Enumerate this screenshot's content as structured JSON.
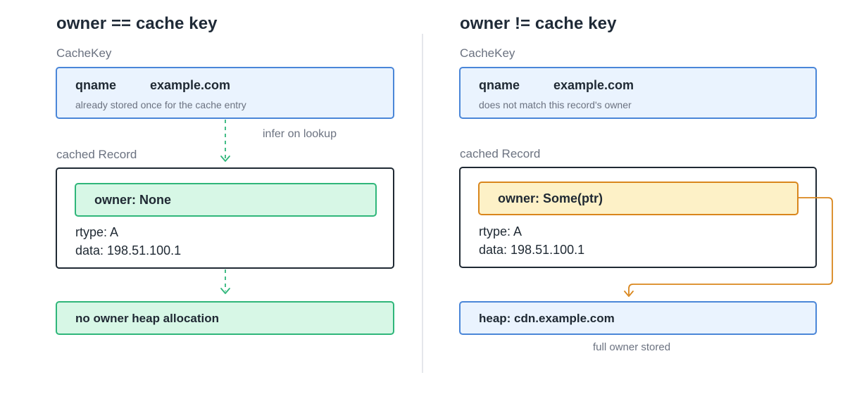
{
  "left": {
    "title": "owner == cache key",
    "cachekey_label": "CacheKey",
    "key": {
      "field": "qname",
      "value": "example.com",
      "note": "already stored once for the cache entry"
    },
    "arrow_note": "infer on lookup",
    "record_label": "cached Record",
    "owner": "owner: None",
    "rtype": "rtype: A",
    "data": "data: 198.51.100.1",
    "result": "no owner heap allocation"
  },
  "right": {
    "title": "owner != cache key",
    "cachekey_label": "CacheKey",
    "key": {
      "field": "qname",
      "value": "example.com",
      "note": "does not match this record's owner"
    },
    "record_label": "cached Record",
    "owner": "owner: Some(ptr)",
    "rtype": "rtype: A",
    "data": "data: 198.51.100.1",
    "heap": "heap: cdn.example.com",
    "heap_note": "full owner stored"
  },
  "colors": {
    "key_border": "#4a86d8",
    "key_fill": "#eaf3fe",
    "green_border": "#2fb67a",
    "green_fill": "#d7f7e6",
    "yellow_border": "#d9861c",
    "yellow_fill": "#fdf1c7",
    "record_border": "#1f2933"
  }
}
